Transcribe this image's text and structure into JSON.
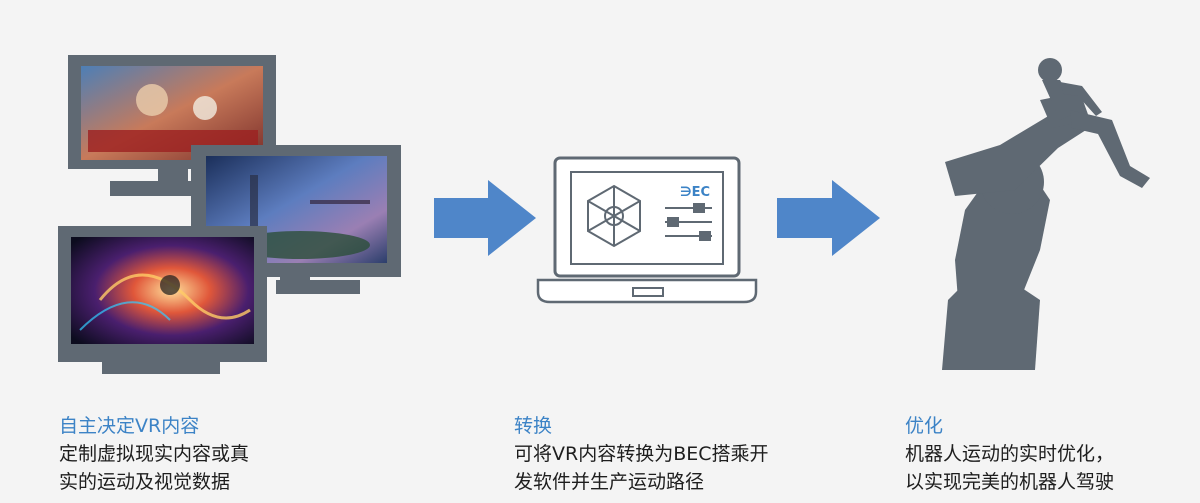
{
  "colors": {
    "device_gray": "#5f6973",
    "arrow_blue": "#4f86c9",
    "accent_blue": "#3c83c6",
    "text_dark": "#1e1e1e",
    "background": "#f4f4f4"
  },
  "steps": [
    {
      "title": "自主决定VR内容",
      "body_lines": [
        "定制虚拟现实内容或真",
        "实的运动及视觉数据"
      ],
      "icon": "monitors-vr-content-icon"
    },
    {
      "title": "转换",
      "body_lines": [
        "可将VR内容转换为BEC搭乘开",
        "发软件并生产运动路径"
      ],
      "icon": "laptop-software-icon"
    },
    {
      "title": "优化",
      "body_lines": [
        "机器人运动的实时优化，",
        "以实现完美的机器人驾驶"
      ],
      "icon": "robot-arm-rider-icon"
    }
  ],
  "software_logo": "∋EC"
}
